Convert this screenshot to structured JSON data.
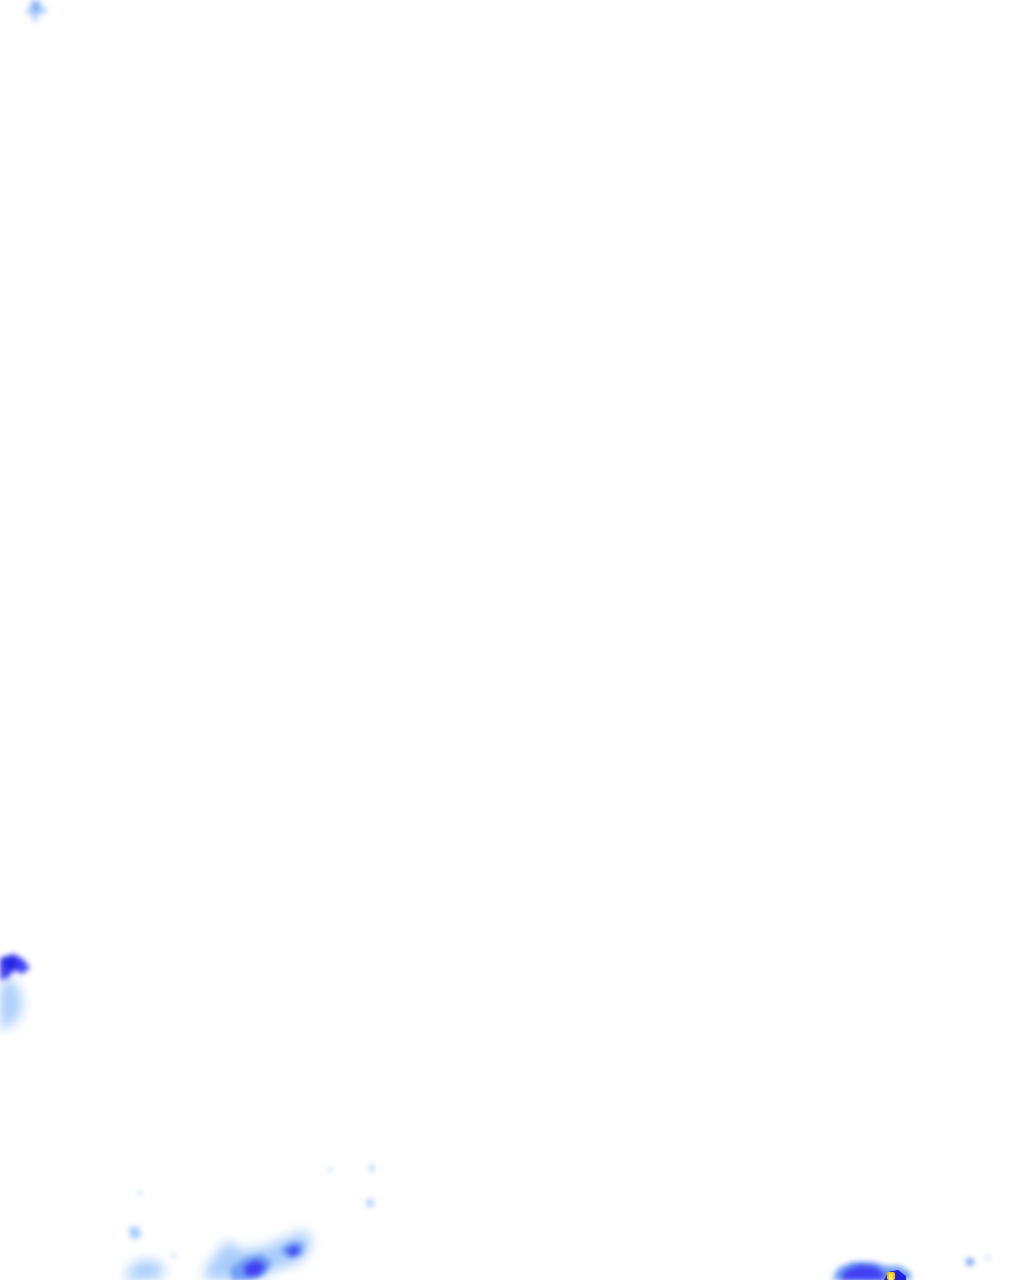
{
  "map": {
    "layer": "precipitation-radar-tile",
    "palette": {
      "light": "#a9cdfb",
      "medium": "#6f9df4",
      "strong": "#3f3ff2",
      "intense": "#2424e0",
      "core": "#f5c400",
      "background": "#ffffff"
    },
    "echoes": [
      {
        "id": "top-left-speck",
        "intensity": "medium"
      },
      {
        "id": "left-edge-cell",
        "intensity": "strong"
      },
      {
        "id": "lower-left-band",
        "intensity": "strong"
      },
      {
        "id": "scattered-specks",
        "intensity": "light"
      },
      {
        "id": "bottom-right-cell",
        "intensity": "intense"
      },
      {
        "id": "bottom-right-core",
        "intensity": "core"
      }
    ]
  }
}
